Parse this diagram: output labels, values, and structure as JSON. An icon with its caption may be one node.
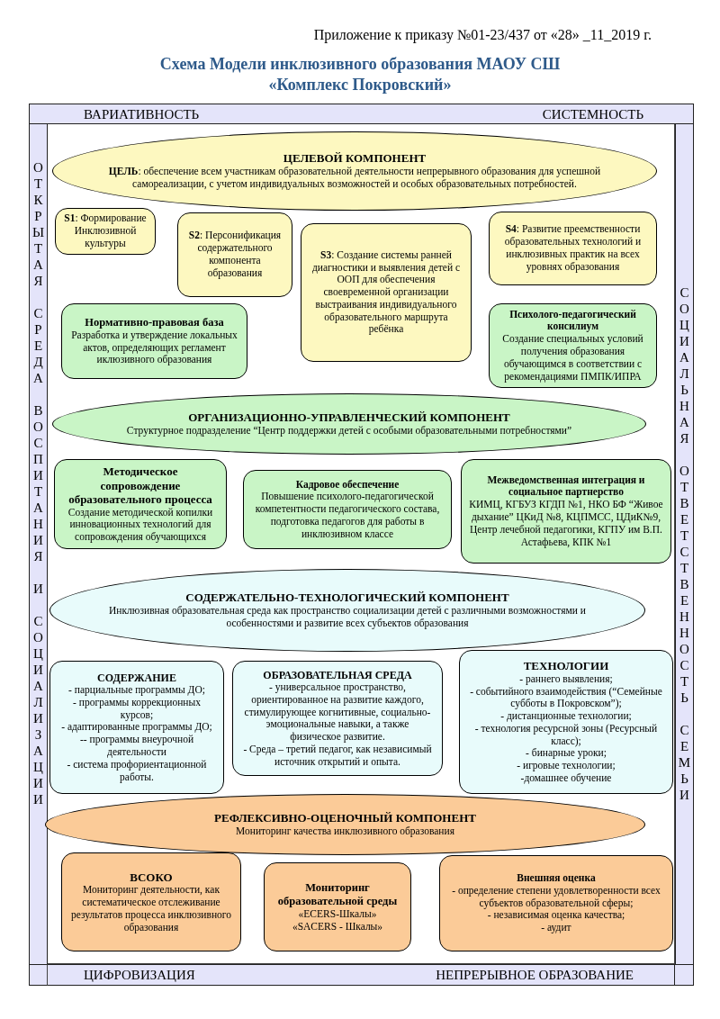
{
  "diagram": {
    "title": "Схема Модели инклюзивного образования МАОУ СШ «Комплекс Покровский»",
    "nodes": [
      {
        "text": [
          "ВАРИАТИВНОСТЬ",
          "СИСТЕМНОСТЬ"
        ]
      },
      {
        "text": [
          "ОТКРЫТАЯ СРЕДА ВОСПИТАНИЯ И СОЦИАЛИЗАЦИИ"
        ]
      },
      {
        "text": [
          "СОЦИАЛЬНАЯ ОТВЕТСТВЕННОСТЬ СЕМЬИ"
        ]
      },
      {
        "text": [
          "ЦИФРОВИЗАЦИЯ",
          "НЕПРЕРЫВНОЕ ОБРАЗОВАНИЕ"
        ]
      },
      {
        "text": [
          "ЦЕЛЕВОЙ КОМПОНЕНТ",
          "**ЦЕЛЬ**: обеспечение всем участникам образовательной деятельности непрерывного образования для успешной самореализации, с учетом индивидуальных возможностей и особых образовательных потребностей."
        ]
      },
      {
        "text": [
          "**S1**: Формирование Инклюзивной культуры"
        ]
      },
      {
        "text": [
          "**S2**: Персонификация содержательного компонента образования"
        ]
      },
      {
        "text": [
          "**S3**: Создание системы ранней диагностики и выявления детей с ООП для обеспечения своевременной организации выстраивания индивидуального образовательного маршрута ребёнка"
        ]
      },
      {
        "text": [
          "**S4**: Развитие преемственности образовательных технологий и инклюзивных практик на всех уровнях образования"
        ]
      },
      {
        "text": [
          "Нормативно-правовая база",
          "Разработка и утверждение локальных актов, определяющих регламент иклюзивного образования"
        ]
      },
      {
        "text": [
          "Психолого-педагогический консилиум",
          "Создание специальных условий получения образования обучающимся в соответствии с рекомендациями ПМПК/ИПРА"
        ]
      },
      {
        "text": [
          "ОРГАНИЗАЦИОННО-УПРАВЛЕНЧЕСКИЙ КОМПОНЕНТ",
          "Структурное подразделение “Центр поддержки детей с особыми образовательными потребностями”"
        ]
      },
      {
        "text": [
          "Методическое сопровождение образовательного процесса",
          "Создание методической копилки инновационных технологий для сопровождения обучающихся"
        ]
      },
      {
        "text": [
          "Кадровое обеспечение",
          "Повышение психолого-педагогической компетентности педагогического состава, подготовка педагогов для работы в инклюзивном классе"
        ]
      },
      {
        "text": [
          "Межведомственная интеграция и социальное партнерство",
          "КИМЦ, КГБУЗ КГДП №1, НКО БФ “Живое дыхание” ЦКиД №8, КЦПМСС, ЦДиК№9, Центр лечебной педагогики, КГПУ им В.П. Астафьева, КПК №1"
        ]
      },
      {
        "text": [
          "СОДЕРЖАТЕЛЬНО-ТЕХНОЛОГИЧЕСКИЙ КОМПОНЕНТ",
          "Инклюзивная образовательная среда как пространство социализации детей с различными возможностями и особенностями и развитие всех субъектов образования"
        ]
      },
      {
        "text": [
          "СОДЕРЖАНИЕ",
          "- парциальные программы ДО;",
          "- программы коррекционных курсов;",
          "- адаптированные программы ДО;",
          "-- программы внеурочной деятельности",
          "- система профориентационной работы."
        ]
      },
      {
        "text": [
          "ОБРАЗОВАТЕЛЬНАЯ СРЕДА",
          "- универсальное пространство, ориентированное на развитие каждого, стимулирующее когнитивные, социально-эмоциональные навыки, а также физическое развитие.",
          "- Среда – третий педагог, как независимый источник открытий и опыта."
        ]
      },
      {
        "text": [
          "ТЕХНОЛОГИИ",
          "- раннего выявления;",
          "- событийного взаимодействия (“Семейные субботы в Покровском”);",
          "- дистанционные технологии;",
          "- технология ресурсной зоны (Ресурсный класс);",
          "- бинарные уроки;",
          "- игровые технологии;",
          "-домашнее обучение"
        ]
      },
      {
        "text": [
          "РЕФЛЕКСИВНО-ОЦЕНОЧНЫЙ КОМПОНЕНТ",
          "Мониторинг качества инклюзивного образования"
        ]
      },
      {
        "text": [
          "ВСОКО",
          "Мониторинг деятельности, как систематическое отслеживание результатов процесса инклюзивного образования"
        ]
      },
      {
        "text": [
          "Мониторинг образовательной среды",
          "«ECERS-Шкалы»",
          "«SACERS - Шкалы»"
        ]
      },
      {
        "text": [
          "Внешняя оценка",
          "- определение степени удовлетворенности всех субъектов образовательной сферы;",
          "- независимая оценка качества;",
          "- аудит"
        ]
      }
    ],
    "labels": [
      "Приложение к приказу №01-23/437 от «28» _11_2019 г."
    ]
  }
}
